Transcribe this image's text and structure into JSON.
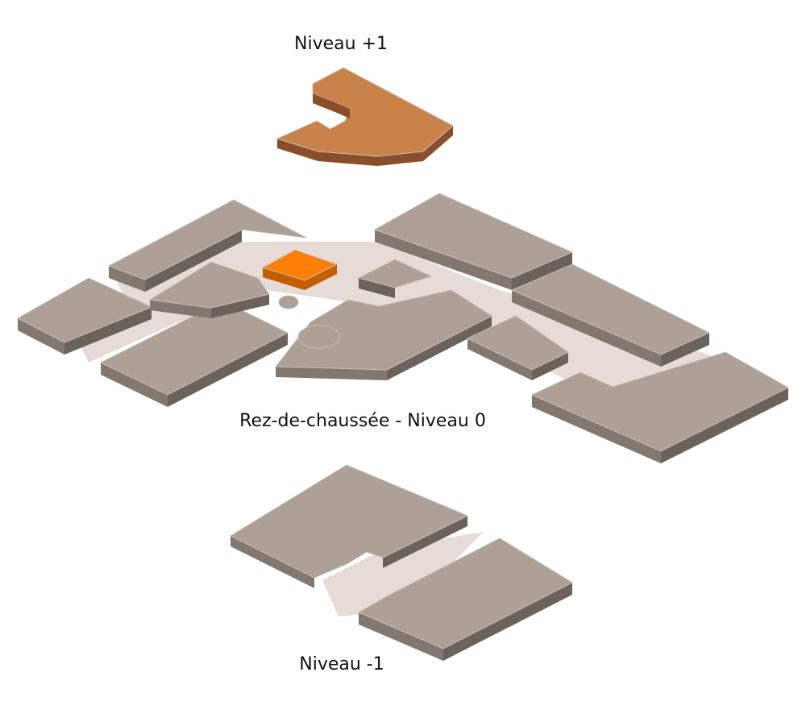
{
  "levels": {
    "upper": {
      "label": "Niveau +1"
    },
    "ground": {
      "label": "Rez-de-chaussée - Niveau 0"
    },
    "lower": {
      "label": "Niveau -1"
    }
  },
  "colors": {
    "upper_top": "#c8824a",
    "upper_side": "#8a4f2a",
    "upper_front": "#a86435",
    "block_top": "#ada097",
    "block_side": "#6b625c",
    "block_front": "#837870",
    "corridor": "#e6dbd6",
    "highlight": "#ff7f06",
    "highlight_side": "#c25f00",
    "seam": "#c9bdb5"
  }
}
